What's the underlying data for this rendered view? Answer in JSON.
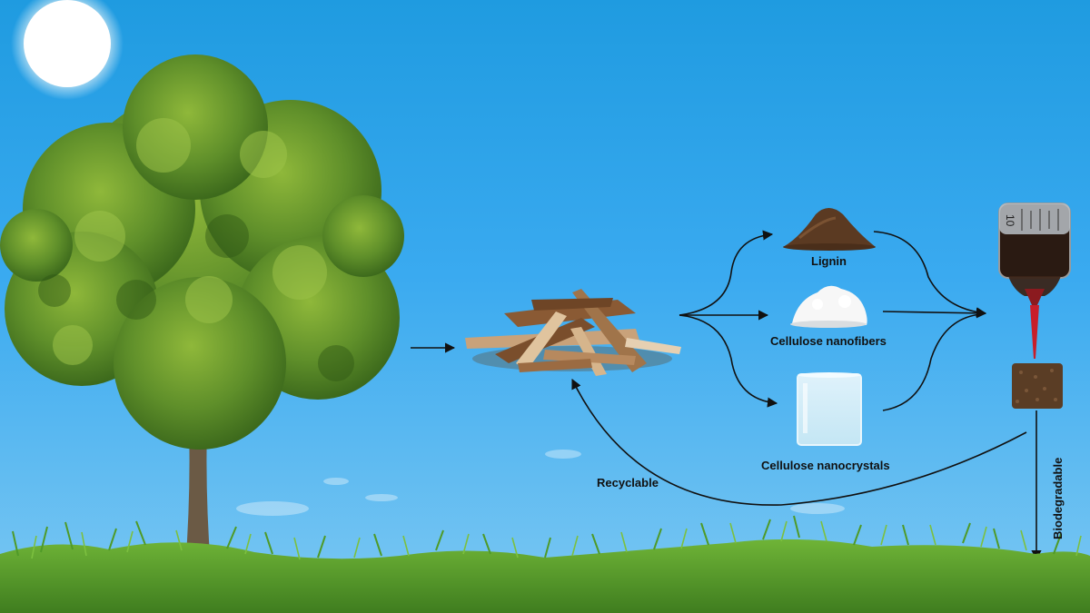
{
  "diagram": {
    "nodes": {
      "lignin": "Lignin",
      "cellulose_nanofibers": "Cellulose nanofibers",
      "cellulose_nanocrystals": "Cellulose nanocrystals"
    },
    "edges": {
      "recyclable": "Recyclable",
      "biodegradable": "Biodegradable"
    },
    "syringe_scale_mark": "10"
  },
  "icons": [
    "sun-icon",
    "tree-icon",
    "wood-chips-icon",
    "lignin-powder-icon",
    "nanofiber-pile-icon",
    "nanocrystal-beaker-icon",
    "syringe-icon",
    "printed-cube-icon",
    "grass-icon"
  ],
  "colors": {
    "sky": "#3aaaf0",
    "arrow": "#111111",
    "bark": "#6b4a2b",
    "foliage": "#4f7d22",
    "grass": "#5aa02c"
  }
}
